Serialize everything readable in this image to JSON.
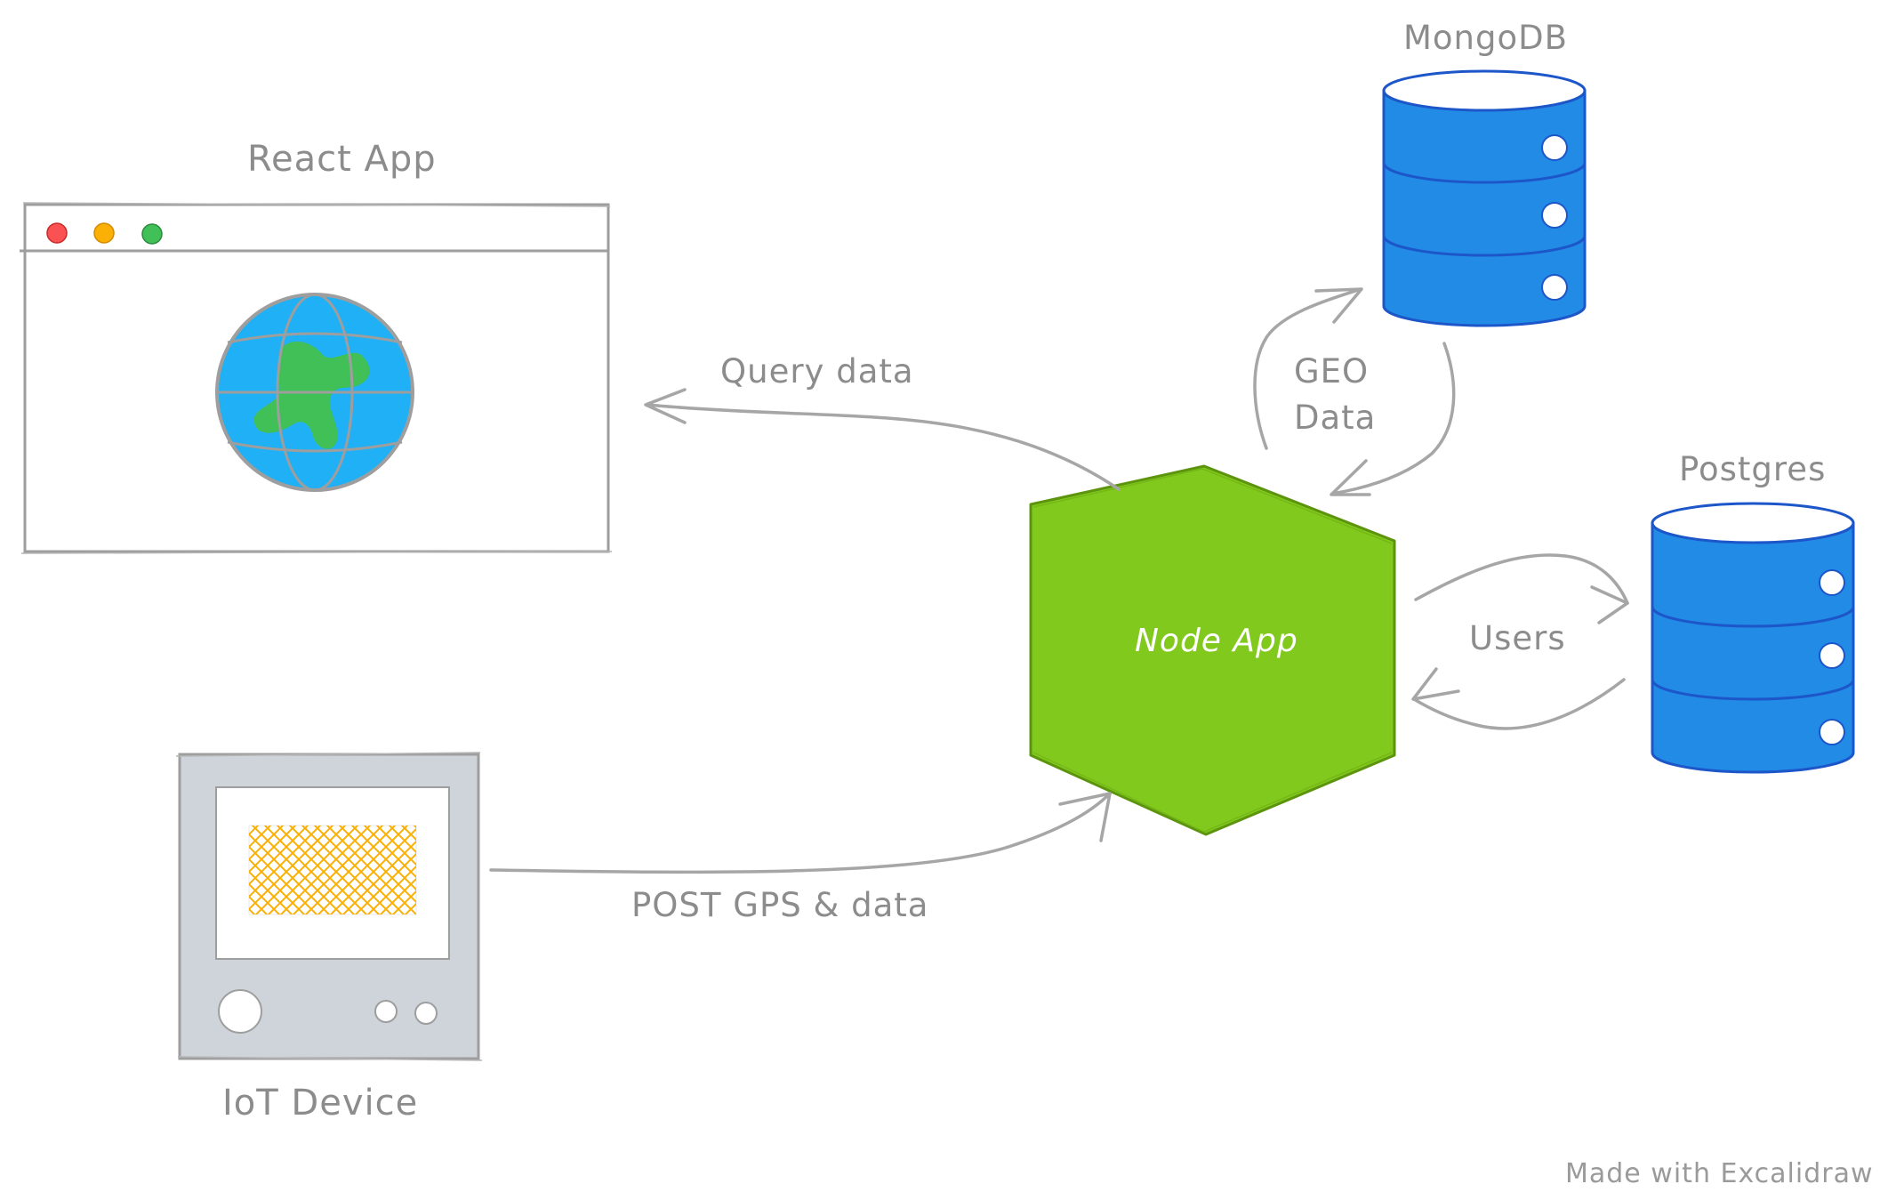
{
  "labels": {
    "react_app": "React App",
    "iot_device": "IoT Device",
    "node_app": "Node App",
    "mongodb": "MongoDB",
    "postgres": "Postgres",
    "query_data": "Query data",
    "post_gps": "POST GPS & data",
    "geo_line1": "GEO",
    "geo_line2": "Data",
    "users": "Users",
    "watermark": "Made with Excalidraw"
  },
  "colors": {
    "node_hexagon": "#82c91e",
    "database": "#228be6",
    "globe_ocean": "#1fb0f5",
    "globe_land": "#40c057",
    "traffic_red": "#fa5252",
    "traffic_yellow": "#fab005",
    "traffic_green": "#40c057",
    "device_body": "#ced4da",
    "device_screen_fill": "#fab005",
    "arrow_gray": "#a6a6a6",
    "label_gray": "#8c8c8c"
  },
  "icons": {
    "browser": "browser-window-icon",
    "globe": "globe-icon",
    "device": "iot-device-icon",
    "database": "database-cylinder-icon",
    "hexagon": "hexagon-icon"
  }
}
